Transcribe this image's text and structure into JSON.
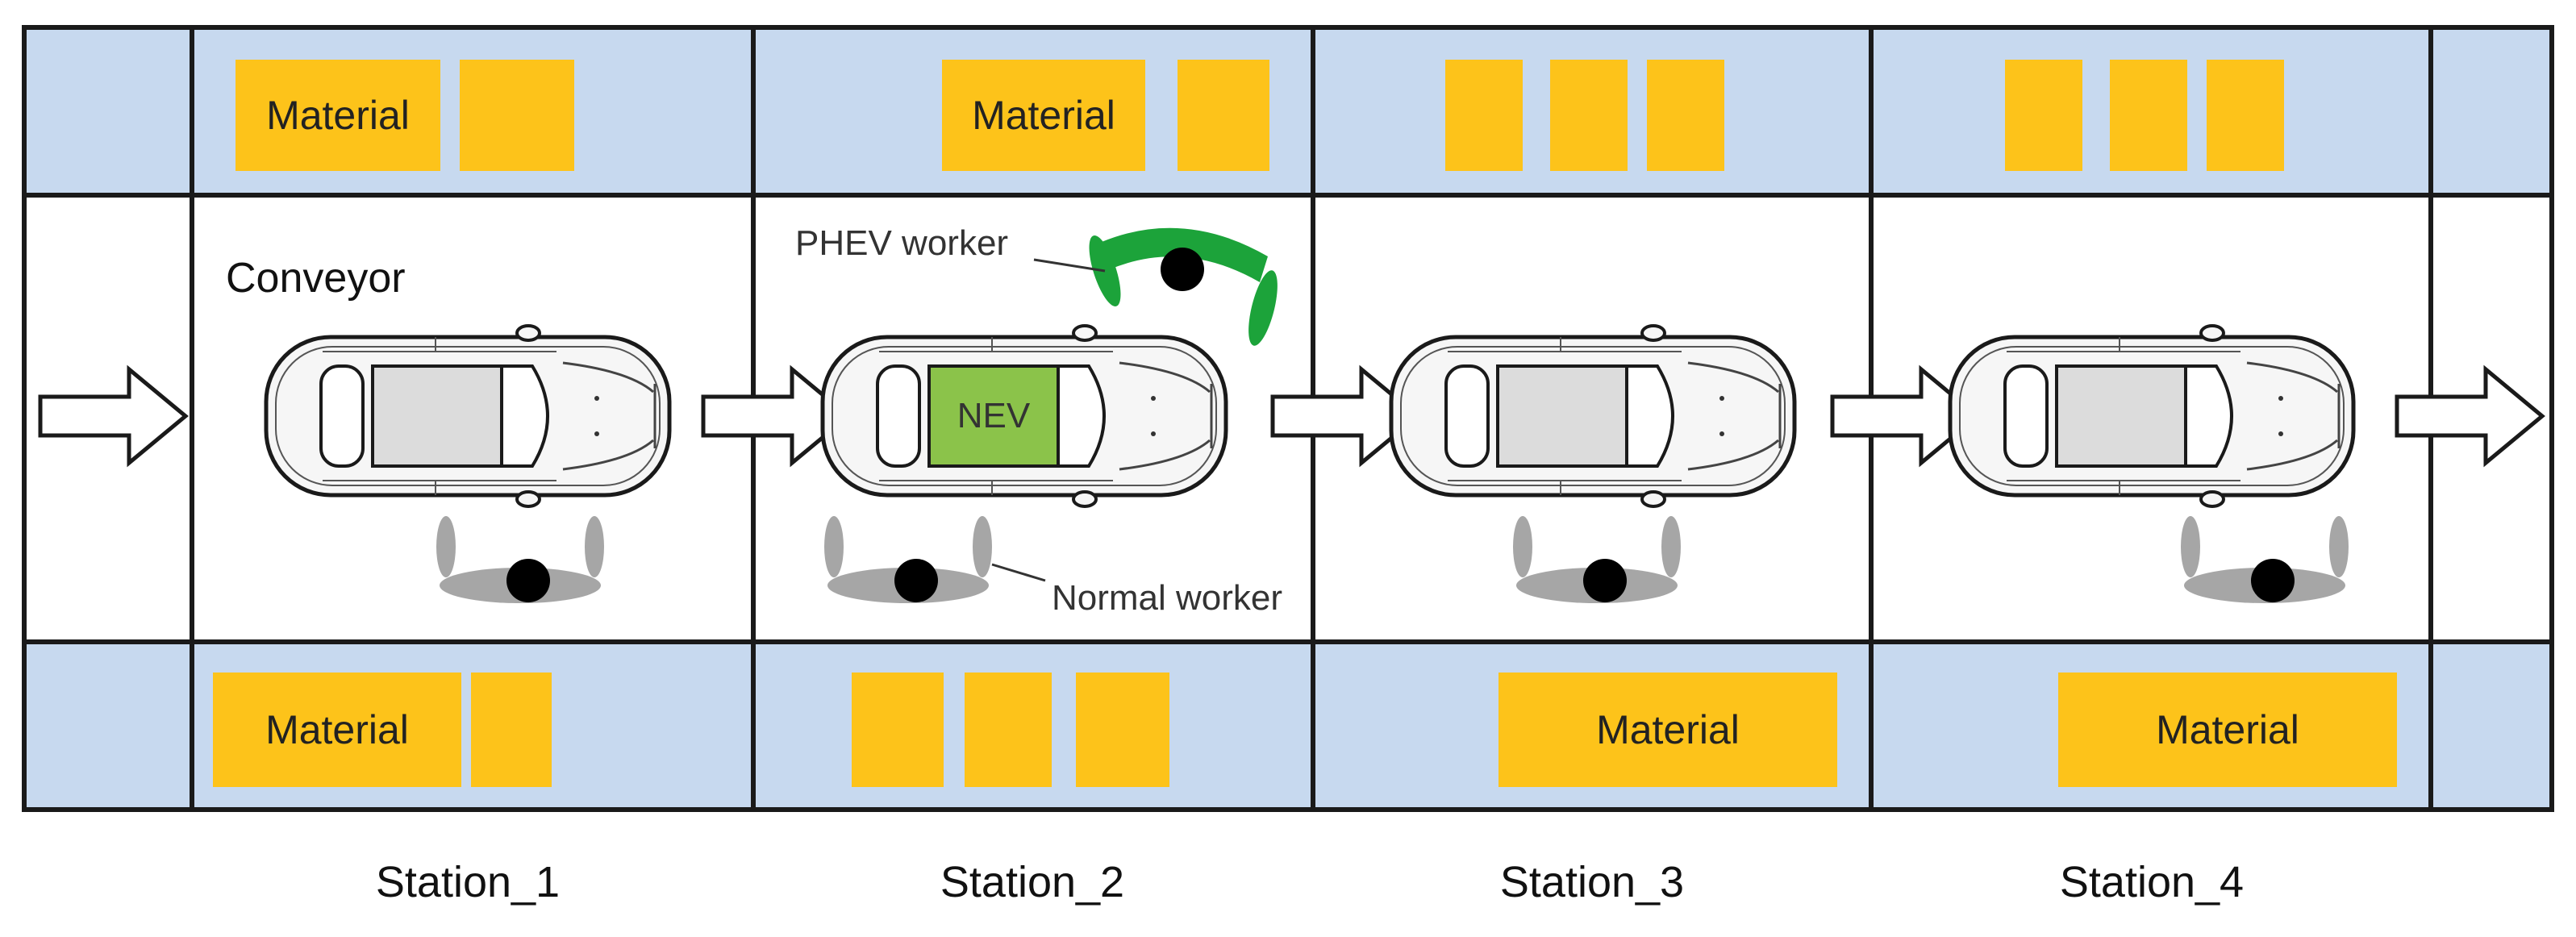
{
  "labels": {
    "material": "Material",
    "conveyor": "Conveyor",
    "nev": "NEV",
    "phev_worker": "PHEV worker",
    "normal_worker": "Normal worker"
  },
  "stations": [
    "Station_1",
    "Station_2",
    "Station_3",
    "Station_4"
  ],
  "colors": {
    "material_fill": "#FDC31A",
    "storage_fill": "#C7D9EF",
    "nev_fill": "#8BC34A",
    "phev_worker_fill": "#1CA33A",
    "normal_worker_fill": "#A6A6A6",
    "border": "#1A1A1A"
  }
}
